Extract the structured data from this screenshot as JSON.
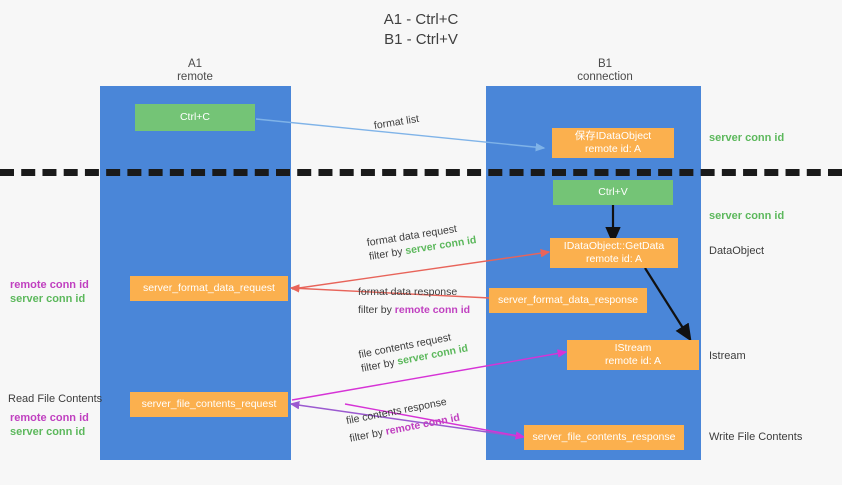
{
  "title": "A1 - Ctrl+C\nB1 - Ctrl+V",
  "columns": {
    "left": {
      "name": "A1",
      "role": "remote"
    },
    "right": {
      "name": "B1",
      "role": "connection"
    }
  },
  "boxes": {
    "ctrl_c": {
      "line1": "Ctrl+C"
    },
    "save_idataobject": {
      "line1": "保存IDataObject",
      "line2": "remote id: A"
    },
    "ctrl_v": {
      "line1": "Ctrl+V"
    },
    "getdata": {
      "line1": "IDataObject::GetData",
      "line2": "remote id: A"
    },
    "server_format_data_request": {
      "line1": "server_format_data_request"
    },
    "server_format_data_response": {
      "line1": "server_format_data_response"
    },
    "istream": {
      "line1": "IStream",
      "line2": "remote id: A"
    },
    "server_file_contents_request": {
      "line1": "server_file_contents_request"
    },
    "server_file_contents_response": {
      "line1": "server_file_contents_response"
    }
  },
  "edge_labels": {
    "format_list": "format list",
    "format_data_request": {
      "line1": "format data request",
      "prefix": "filter by ",
      "token": "server conn id"
    },
    "format_data_response": {
      "line1": "format data response",
      "prefix": "filter by ",
      "token": "remote conn id"
    },
    "file_contents_request": {
      "line1": "file contents request",
      "prefix": "filter by ",
      "token": "server conn id"
    },
    "file_contents_response": {
      "line1": "file contents response",
      "prefix": "filter by ",
      "token": "remote conn id"
    }
  },
  "right_notes": {
    "server_conn_id_1": "server conn id",
    "server_conn_id_2": "server conn id",
    "dataobject": "DataObject",
    "istream": "Istream",
    "write_file_contents": "Write File Contents"
  },
  "left_notes": {
    "conn_ids_top": {
      "remote": "remote conn id",
      "server": "server conn id"
    },
    "read_file_contents": "Read File Contents",
    "conn_ids_bottom": {
      "remote": "remote conn id",
      "server": "server conn id"
    }
  },
  "colors": {
    "lane": "#4a86d8",
    "green_box": "#74c476",
    "orange_box": "#fbb04e",
    "green_text": "#5cb85c",
    "purple_text": "#c040c0",
    "arrow_blue": "#7fb3e8",
    "arrow_red": "#e8645a",
    "arrow_magenta": "#d633d6",
    "arrow_purple": "#9b59d0",
    "arrow_black": "#111111",
    "background": "#f7f7f7"
  }
}
